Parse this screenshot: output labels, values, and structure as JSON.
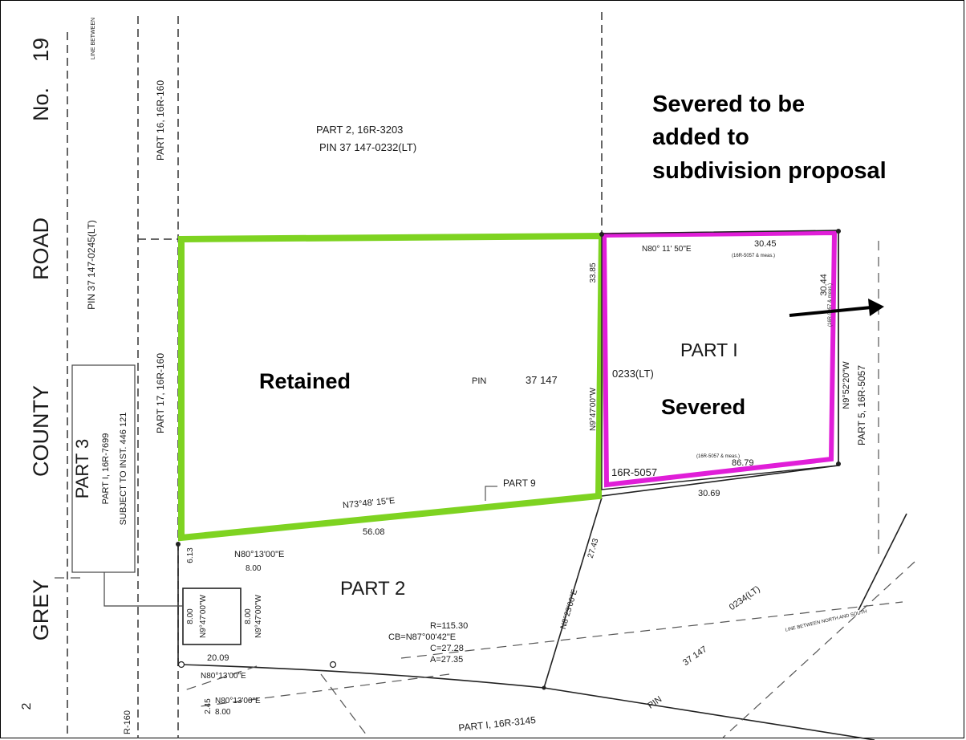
{
  "callout": {
    "line1": "Severed to be",
    "line2": "added to",
    "line3": "subdivision proposal"
  },
  "labels": {
    "retained": "Retained",
    "severed": "Severed",
    "part1": "PART  I",
    "part2": "PART  2",
    "part3": "PART  3",
    "road_no": "No.",
    "road_19": "19",
    "road": "ROAD",
    "county": "COUNTY",
    "grey": "GREY",
    "part2_16r3203": "PART  2,  16R-3203",
    "pin_0232": "PIN  37 147-0232(LT)",
    "pin_0245": "PIN  37 147-0245(LT)",
    "part16": "PART  16, 16R-160",
    "part17": "PART  17, 16R-160",
    "part1_16r7699": "PART  I,  16R-7699",
    "subject_to": "SUBJECT  TO  INST. 446 121",
    "pin_label": "PIN",
    "pin_37147": "37 147",
    "pin_0233": "0233(LT)",
    "part9": "PART  9",
    "part5": "PART  5,  16R-5057",
    "part1_16r3145": "PART    I,  16R-3145",
    "pin_0234_a": "37 147",
    "pin_0234_b": "0234(LT)",
    "pin_small": "PIN",
    "line_between": "LINE  BETWEEN  NORTH  AND  SOUTH",
    "line_between_top": "LINE BETWEEN",
    "margin_2": "2",
    "r_160": "R-160"
  },
  "bearings": {
    "n80_11_50": "N80° 11' 50\"E",
    "d_30_45": "30.45",
    "ref_5057_top": "(16R-5057 & meas.)",
    "d_30_44": "30.44",
    "ref_5057_right": "(16R-5057 & meas.)",
    "n9_52_20": "N9°52'20\"W",
    "d_33_85": "33.85",
    "n9_47_00_mid": "N9°47'00\"W",
    "r16_5057": "16R-5057",
    "ref_5057_bottom": "(16R-5057 & meas.)",
    "d_86_79": "86.79",
    "d_30_69": "30.69",
    "n73_48_15": "N73°48' 15\"E",
    "d_56_08": "56.08",
    "n80_13_a": "N80°13'00\"E",
    "d_8_00_a": "8.00",
    "d_6_13": "6.13",
    "d_8_00_b": "8.00",
    "n9_47_00_b": "N9°47'00\"W",
    "d_8_00_c": "8.00",
    "n9_47_00_c": "N9°47'00\"W",
    "d_20_09": "20.09",
    "n80_13_b": "N80°13'00\"E",
    "n80_13_c": "N80°13'00\"E",
    "d_8_00_d": "8.00",
    "d_2_45": "2.45",
    "r_115": "R=115.30",
    "cb": "CB=N87°00'42\"E",
    "c_27": "C=27.28",
    "a_27": "A=27.35",
    "n8_23": "N8°23'00\"E",
    "d_27_43": "27.43"
  },
  "colors": {
    "retained_outline": "#7ed321",
    "severed_outline": "#e01ed8",
    "linework": "#222222"
  }
}
